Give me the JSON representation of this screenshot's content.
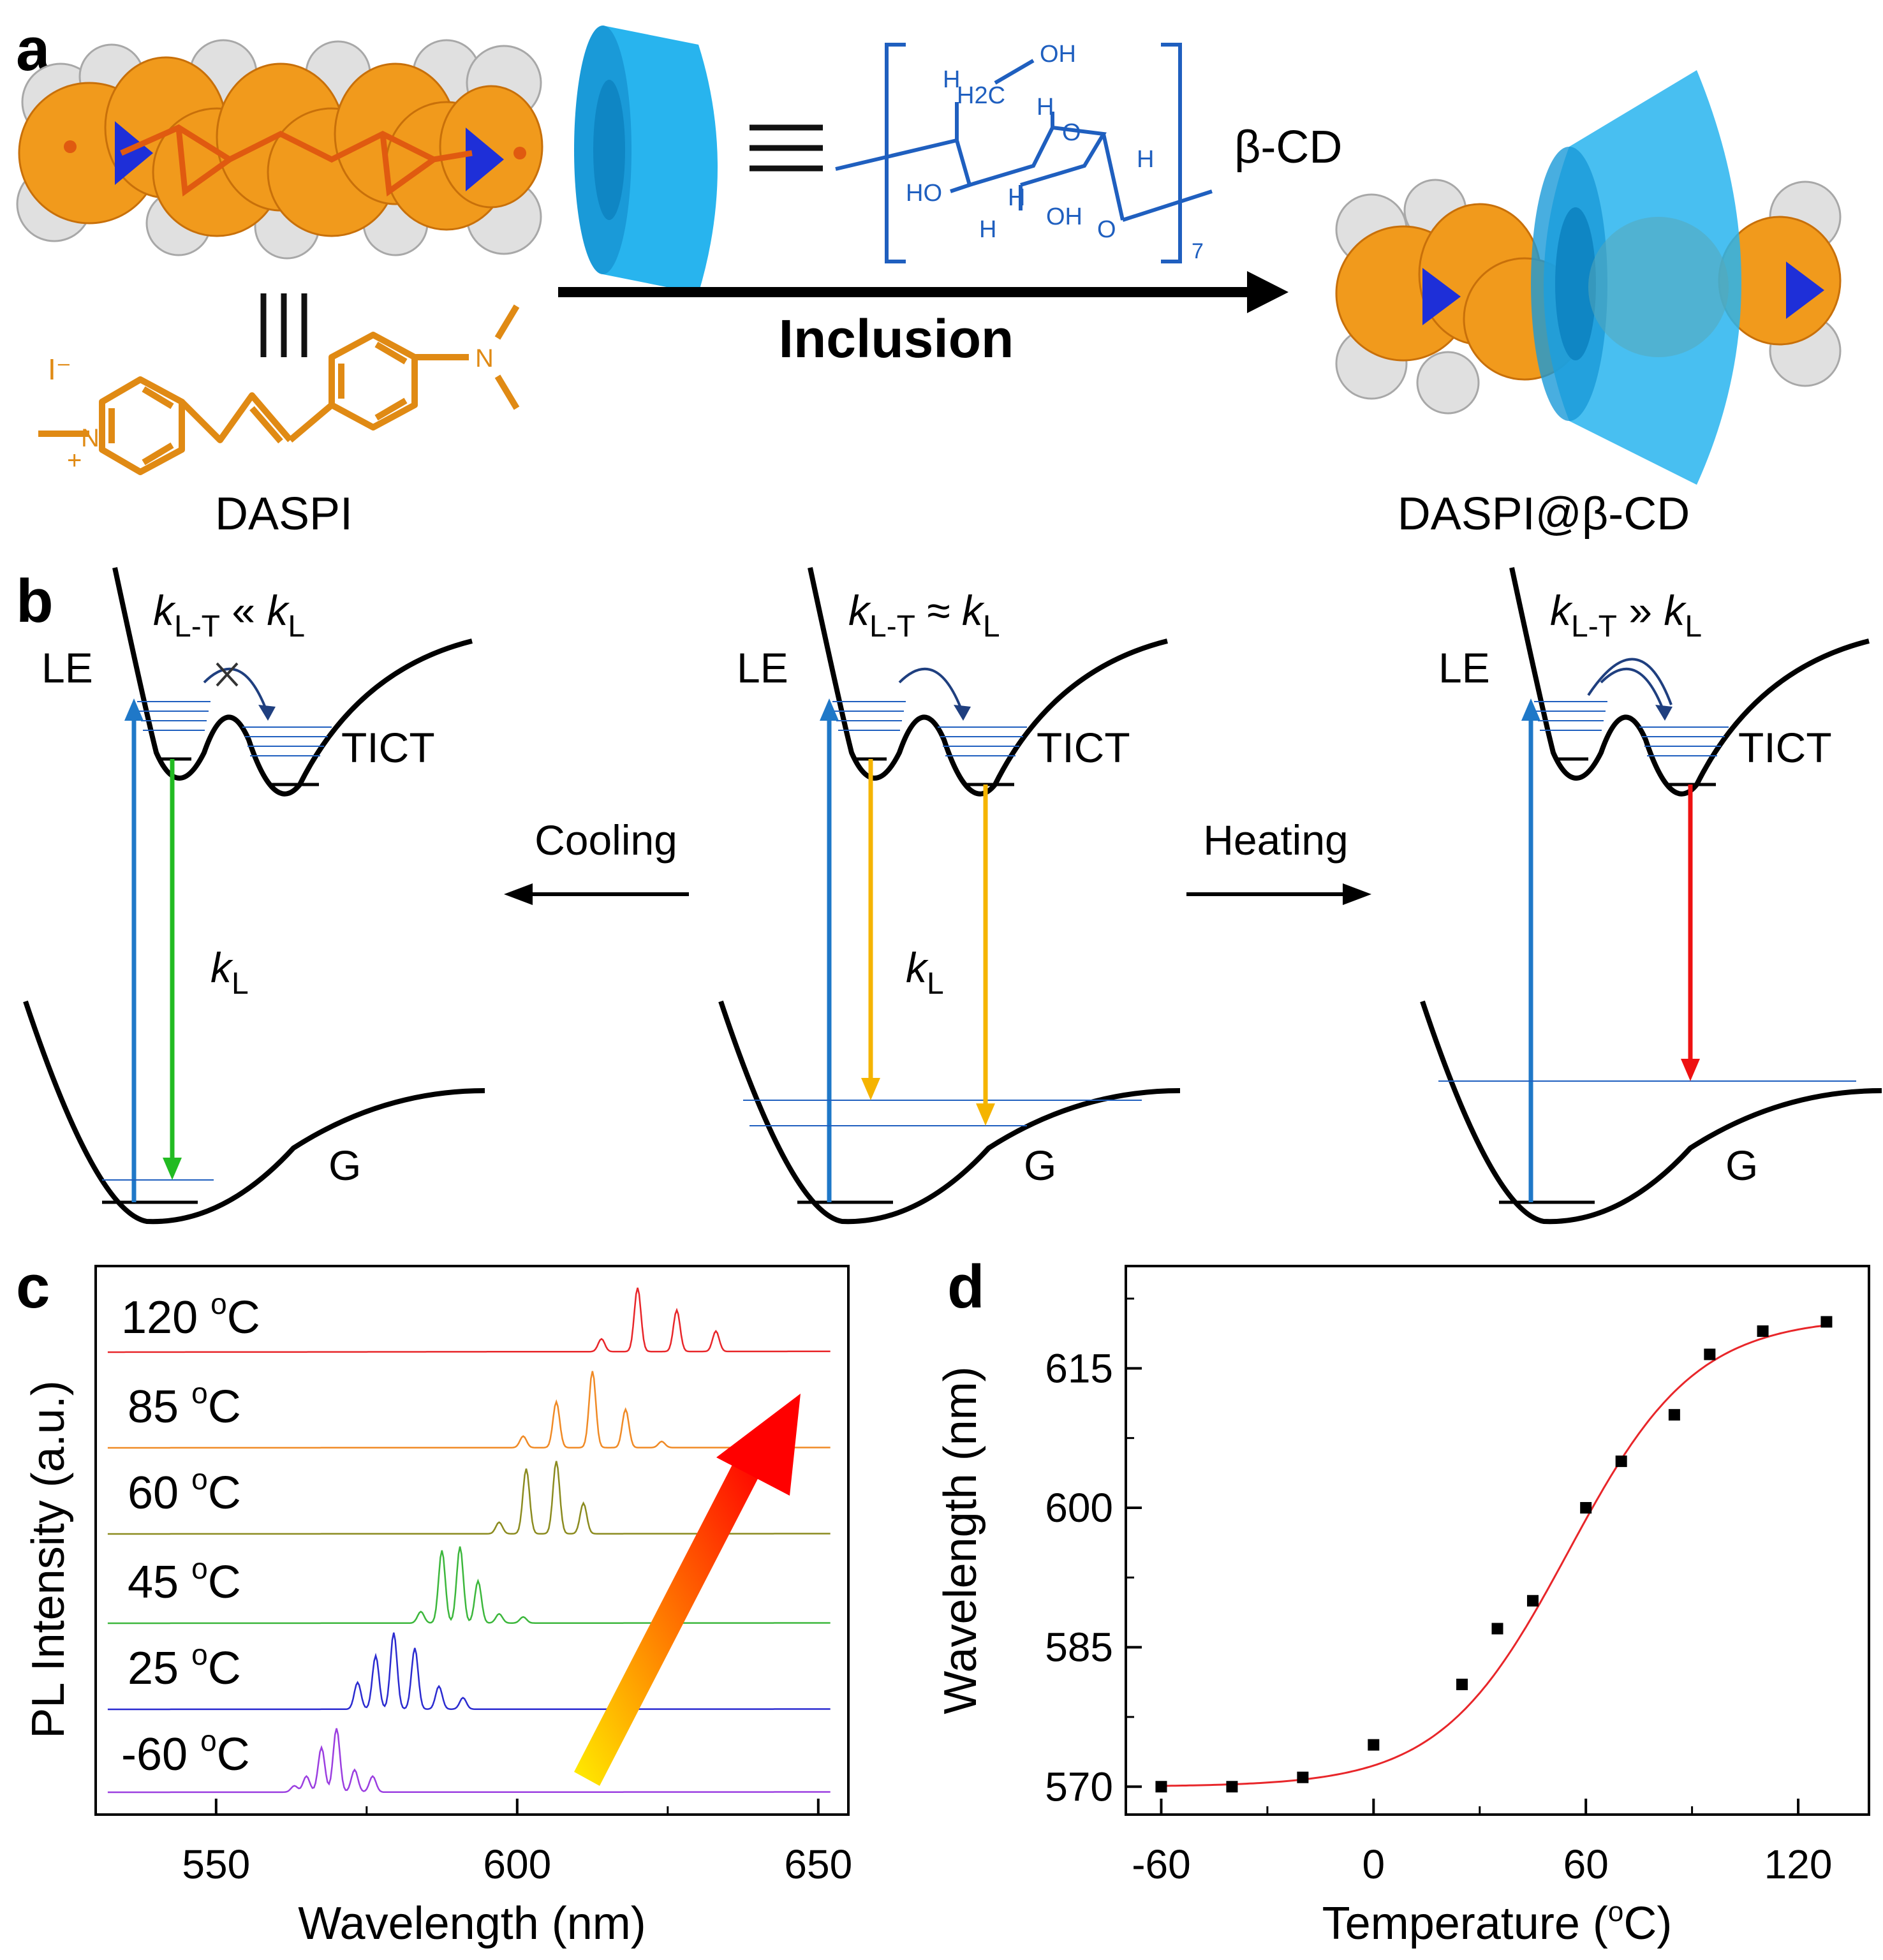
{
  "panel_labels": [
    "a",
    "b",
    "c",
    "d"
  ],
  "panel_a": {
    "host_label": "β-CD",
    "arrow_label": "Inclusion",
    "guest_label": "DASPI",
    "complex_label": "DASPI@β-CD",
    "counterion": "I⁻",
    "repeat_subscript": "7",
    "cd_atoms": [
      "OH",
      "H",
      "H2C",
      "H",
      "O",
      "H",
      "HO",
      "H",
      "OH",
      "O",
      "H"
    ]
  },
  "panel_b": {
    "left": {
      "rate_label": "kL-T « kL",
      "le_label": "LE",
      "tict_label": "TICT",
      "ground_label": "G",
      "emission_rate": "kL",
      "emission_color": "#22bb22"
    },
    "middle": {
      "rate_label": "kL-T ≈ kL",
      "le_label": "LE",
      "tict_label": "TICT",
      "ground_label": "G",
      "emission_rate": "kL",
      "emission_color": "#f5b400"
    },
    "right": {
      "rate_label": "kL-T » kL",
      "le_label": "LE",
      "tict_label": "TICT",
      "ground_label": "G",
      "emission_color": "#ee1111"
    },
    "cooling_label": "Cooling",
    "heating_label": "Heating",
    "excitation_color": "#1f78c8"
  },
  "chart_data": [
    {
      "panel": "c",
      "type": "line",
      "xlabel": "Wavelength (nm)",
      "ylabel": "PL Intensity (a.u.)",
      "xlim": [
        530,
        655
      ],
      "xticks": [
        550,
        600,
        650
      ],
      "series": [
        {
          "name": "120 °C",
          "label_main": "120 ",
          "label_sup": "o",
          "label_unit": "C",
          "color": "#e8262a",
          "peaks": [
            {
              "x": 614,
              "h": 0.2
            },
            {
              "x": 620,
              "h": 1.0
            },
            {
              "x": 626.5,
              "h": 0.65
            },
            {
              "x": 633,
              "h": 0.32
            }
          ]
        },
        {
          "name": "85 °C",
          "label_main": "85 ",
          "label_sup": "o",
          "label_unit": "C",
          "color": "#f08a25",
          "peaks": [
            {
              "x": 601,
              "h": 0.15
            },
            {
              "x": 606.5,
              "h": 0.6
            },
            {
              "x": 612.5,
              "h": 1.0
            },
            {
              "x": 618,
              "h": 0.5
            },
            {
              "x": 624,
              "h": 0.08
            }
          ]
        },
        {
          "name": "60 °C",
          "label_main": "60 ",
          "label_sup": "o",
          "label_unit": "C",
          "color": "#8b8b1f",
          "peaks": [
            {
              "x": 597,
              "h": 0.15
            },
            {
              "x": 601.5,
              "h": 0.85
            },
            {
              "x": 606.5,
              "h": 0.95
            },
            {
              "x": 611,
              "h": 0.4
            }
          ]
        },
        {
          "name": "45 °C",
          "label_main": "45 ",
          "label_sup": "o",
          "label_unit": "C",
          "color": "#3cb73c",
          "peaks": [
            {
              "x": 584,
              "h": 0.15
            },
            {
              "x": 587.5,
              "h": 0.95
            },
            {
              "x": 590.5,
              "h": 1.0
            },
            {
              "x": 593.5,
              "h": 0.55
            },
            {
              "x": 597,
              "h": 0.12
            },
            {
              "x": 601,
              "h": 0.08
            }
          ]
        },
        {
          "name": "25 °C",
          "label_main": "25 ",
          "label_sup": "o",
          "label_unit": "C",
          "color": "#2b2bd0",
          "peaks": [
            {
              "x": 573.5,
              "h": 0.35
            },
            {
              "x": 576.5,
              "h": 0.7
            },
            {
              "x": 579.5,
              "h": 1.0
            },
            {
              "x": 583,
              "h": 0.8
            },
            {
              "x": 587,
              "h": 0.3
            },
            {
              "x": 591,
              "h": 0.15
            }
          ]
        },
        {
          "name": "-60 °C",
          "label_main": "-60 ",
          "label_sup": "o",
          "label_unit": "C",
          "color": "#9b3ee0",
          "peaks": [
            {
              "x": 563,
              "h": 0.1
            },
            {
              "x": 565,
              "h": 0.25
            },
            {
              "x": 567.5,
              "h": 0.7
            },
            {
              "x": 570,
              "h": 1.0
            },
            {
              "x": 573,
              "h": 0.35
            },
            {
              "x": 576,
              "h": 0.25
            }
          ]
        }
      ]
    },
    {
      "panel": "d",
      "type": "scatter",
      "xlabel": "Temperature (°C)",
      "xlabel_main": "Temperature (",
      "xlabel_sup": "o",
      "xlabel_end": "C)",
      "ylabel": "Wavelength (nm)",
      "xlim": [
        -70,
        140
      ],
      "ylim": [
        567,
        626
      ],
      "xticks": [
        -60,
        0,
        60,
        120
      ],
      "yticks": [
        570,
        585,
        600,
        615
      ],
      "marker_color": "#000000",
      "fit_color": "#e8262a",
      "x": [
        -60,
        -40,
        -20,
        0,
        25,
        35,
        45,
        60,
        70,
        85,
        95,
        110,
        128
      ],
      "y": [
        570,
        570,
        571,
        574.5,
        581,
        587,
        590,
        600,
        605,
        610,
        616.5,
        619,
        620
      ]
    }
  ]
}
